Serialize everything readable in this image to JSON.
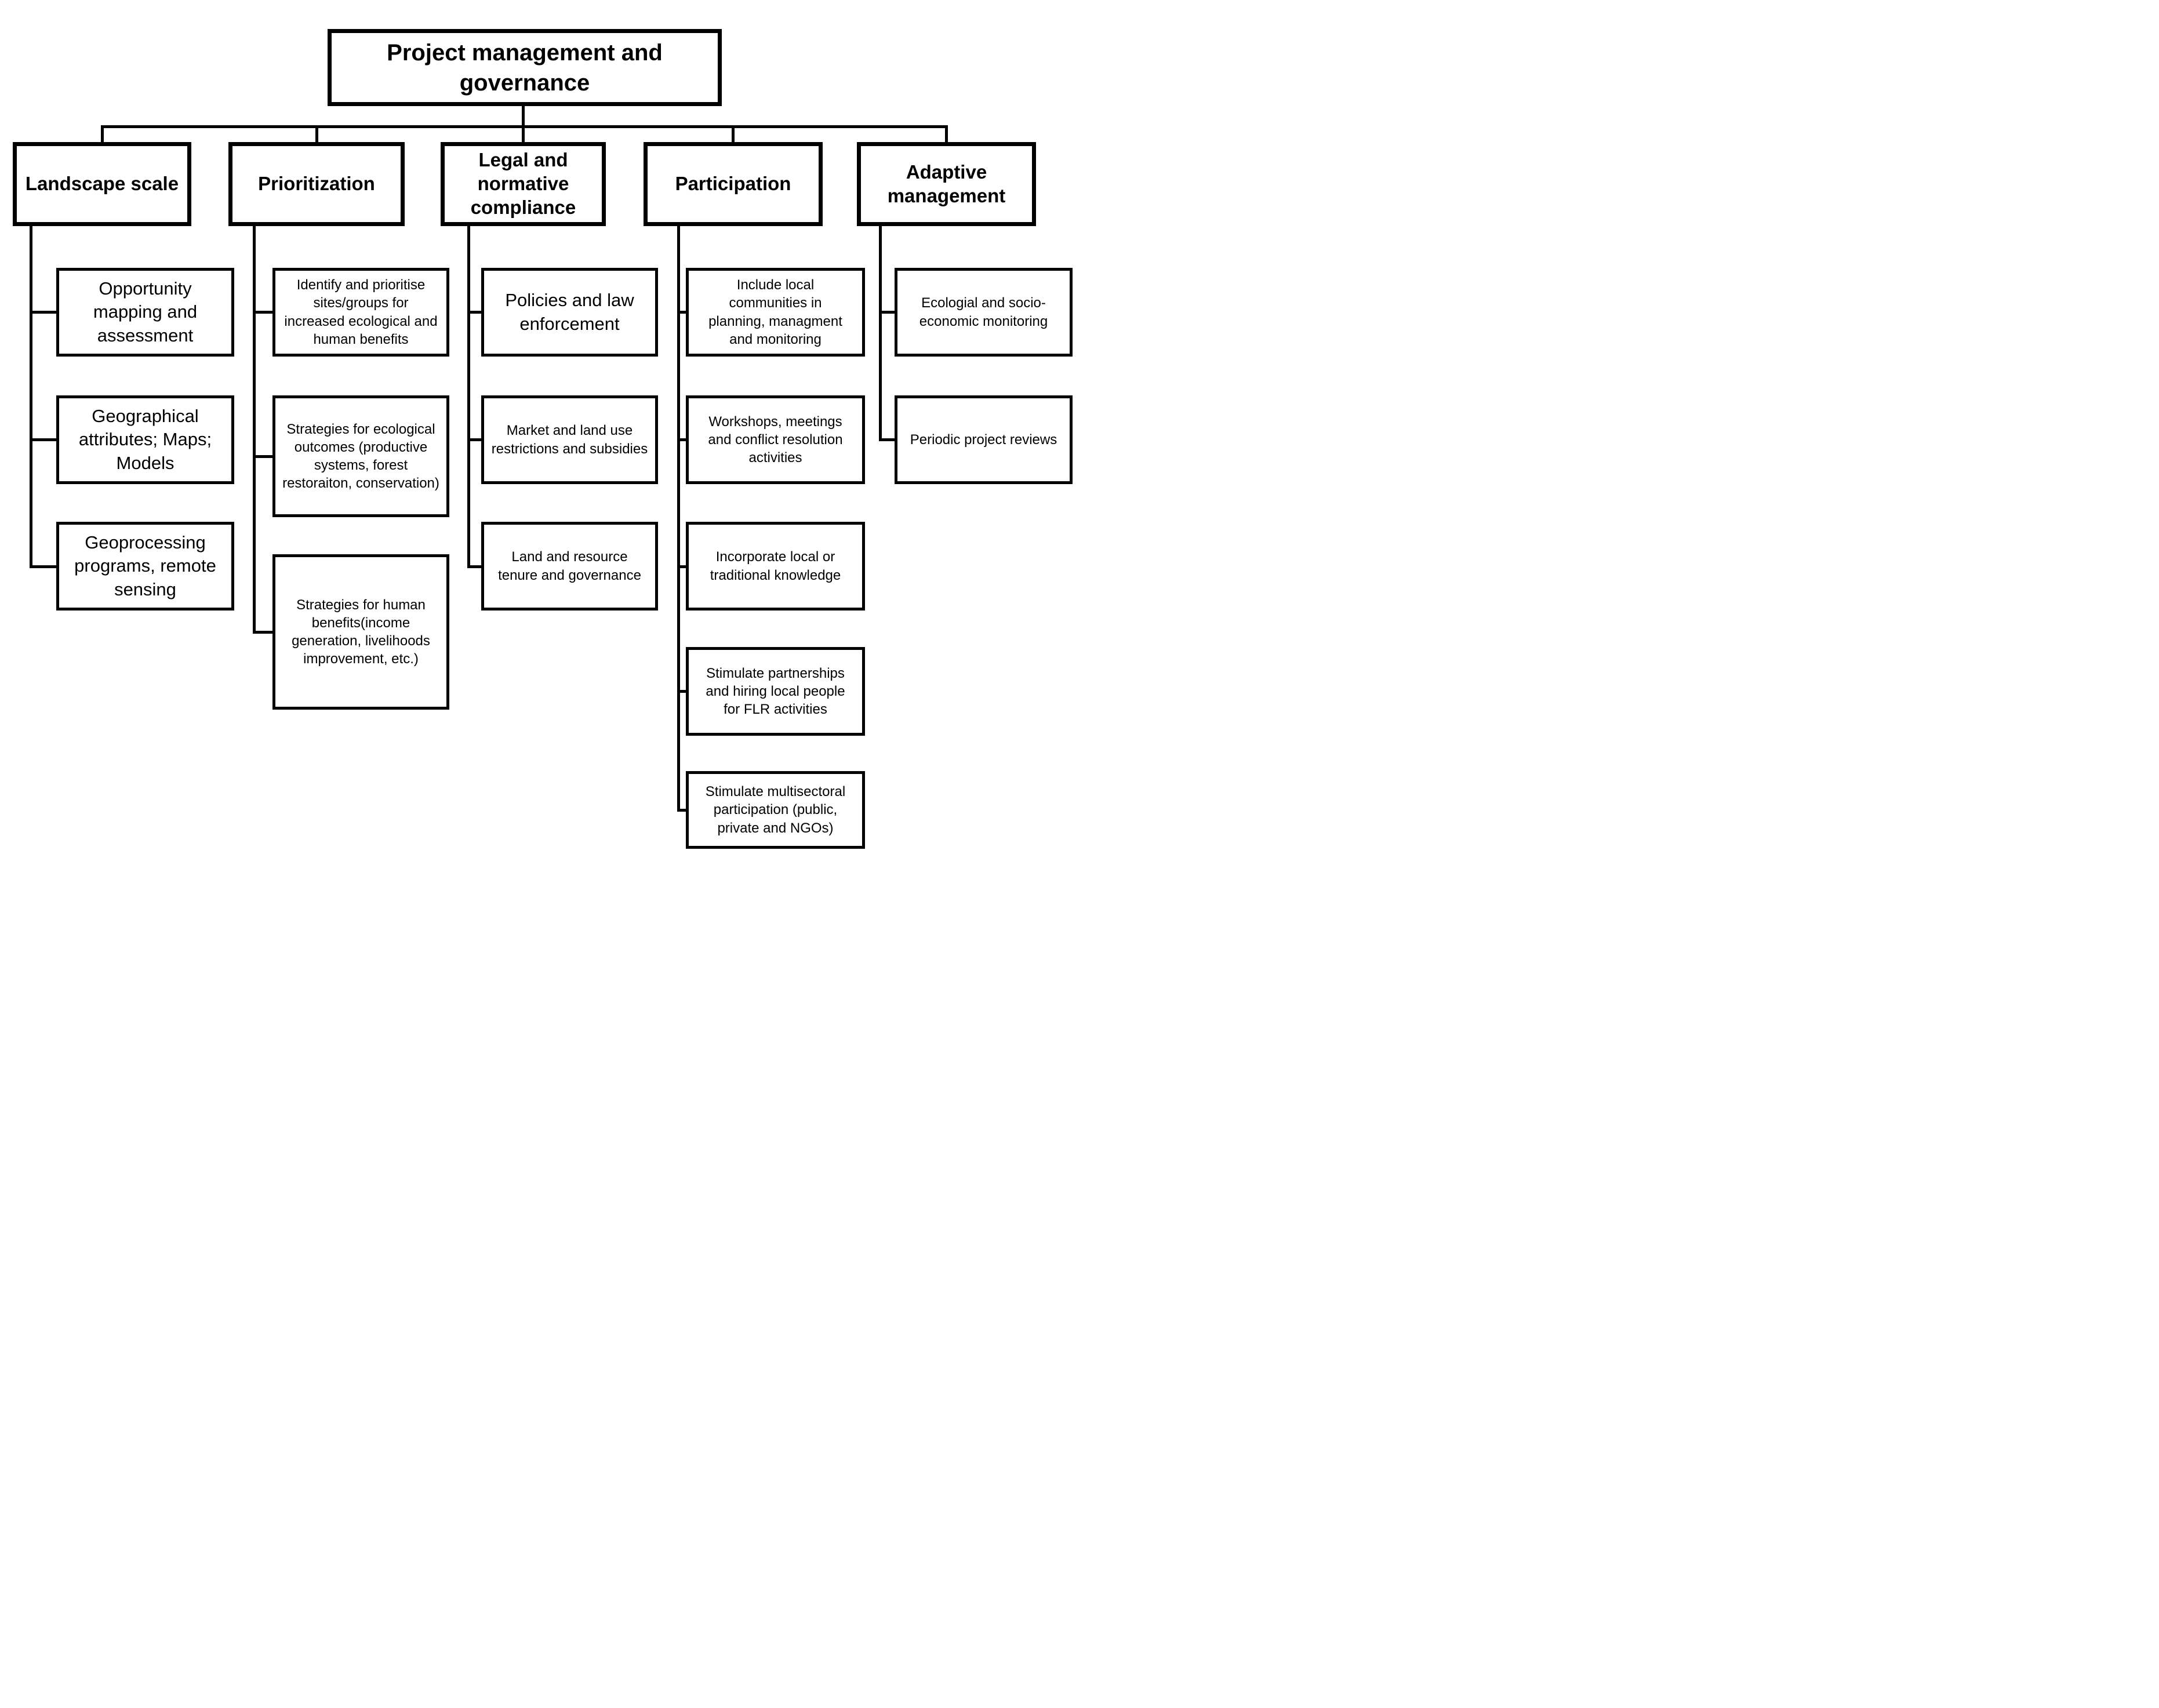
{
  "title": "Project management and governance",
  "columns": [
    {
      "header": "Landscape scale",
      "children": [
        "Opportunity mapping and assessment",
        "Geographical attributes; Maps; Models",
        "Geoprocessing programs, remote sensing"
      ]
    },
    {
      "header": "Prioritization",
      "children": [
        "Identify and prioritise sites/groups for increased ecological and human benefits",
        "Strategies for ecological outcomes (productive systems, forest restoraiton, conservation)",
        "Strategies for human benefits(income generation, livelihoods improvement, etc.)"
      ]
    },
    {
      "header": "Legal and normative compliance",
      "children": [
        "Policies and law enforcement",
        "Market and land use restrictions and subsidies",
        "Land and resource tenure and governance"
      ]
    },
    {
      "header": "Participation",
      "children": [
        "Include local communities in planning, managment and monitoring",
        "Workshops, meetings and conflict resolution activities",
        "Incorporate local or traditional knowledge",
        "Stimulate partnerships and hiring local people for FLR activities",
        "Stimulate multisectoral participation (public, private and NGOs)"
      ]
    },
    {
      "header": "Adaptive management",
      "children": [
        "Ecologial and socio-economic monitoring",
        "Periodic project reviews"
      ]
    }
  ],
  "colors": {
    "line": "#000000",
    "background": "#ffffff",
    "text": "#000000"
  }
}
